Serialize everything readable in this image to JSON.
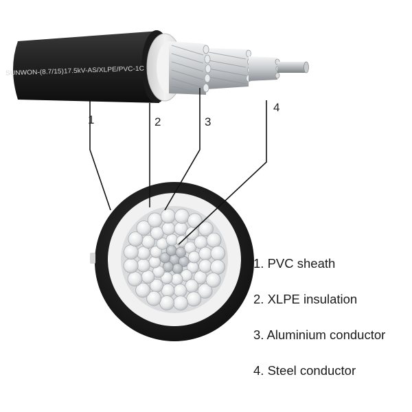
{
  "cable_print": "SUNWON-(8.7/15)17.5kV-AS/XLPE/PVC-1C",
  "callouts": [
    "1",
    "2",
    "3",
    "4"
  ],
  "legend": [
    "1. PVC sheath",
    "2. XLPE insulation",
    "3. Aluminium conductor",
    "4. Steel conductor"
  ],
  "colors": {
    "sheath": "#1e1e1e",
    "insulation": "#e4e4e4",
    "aluminium": "#d6d8da",
    "steel": "#a9adb1",
    "leader": "#111111"
  }
}
